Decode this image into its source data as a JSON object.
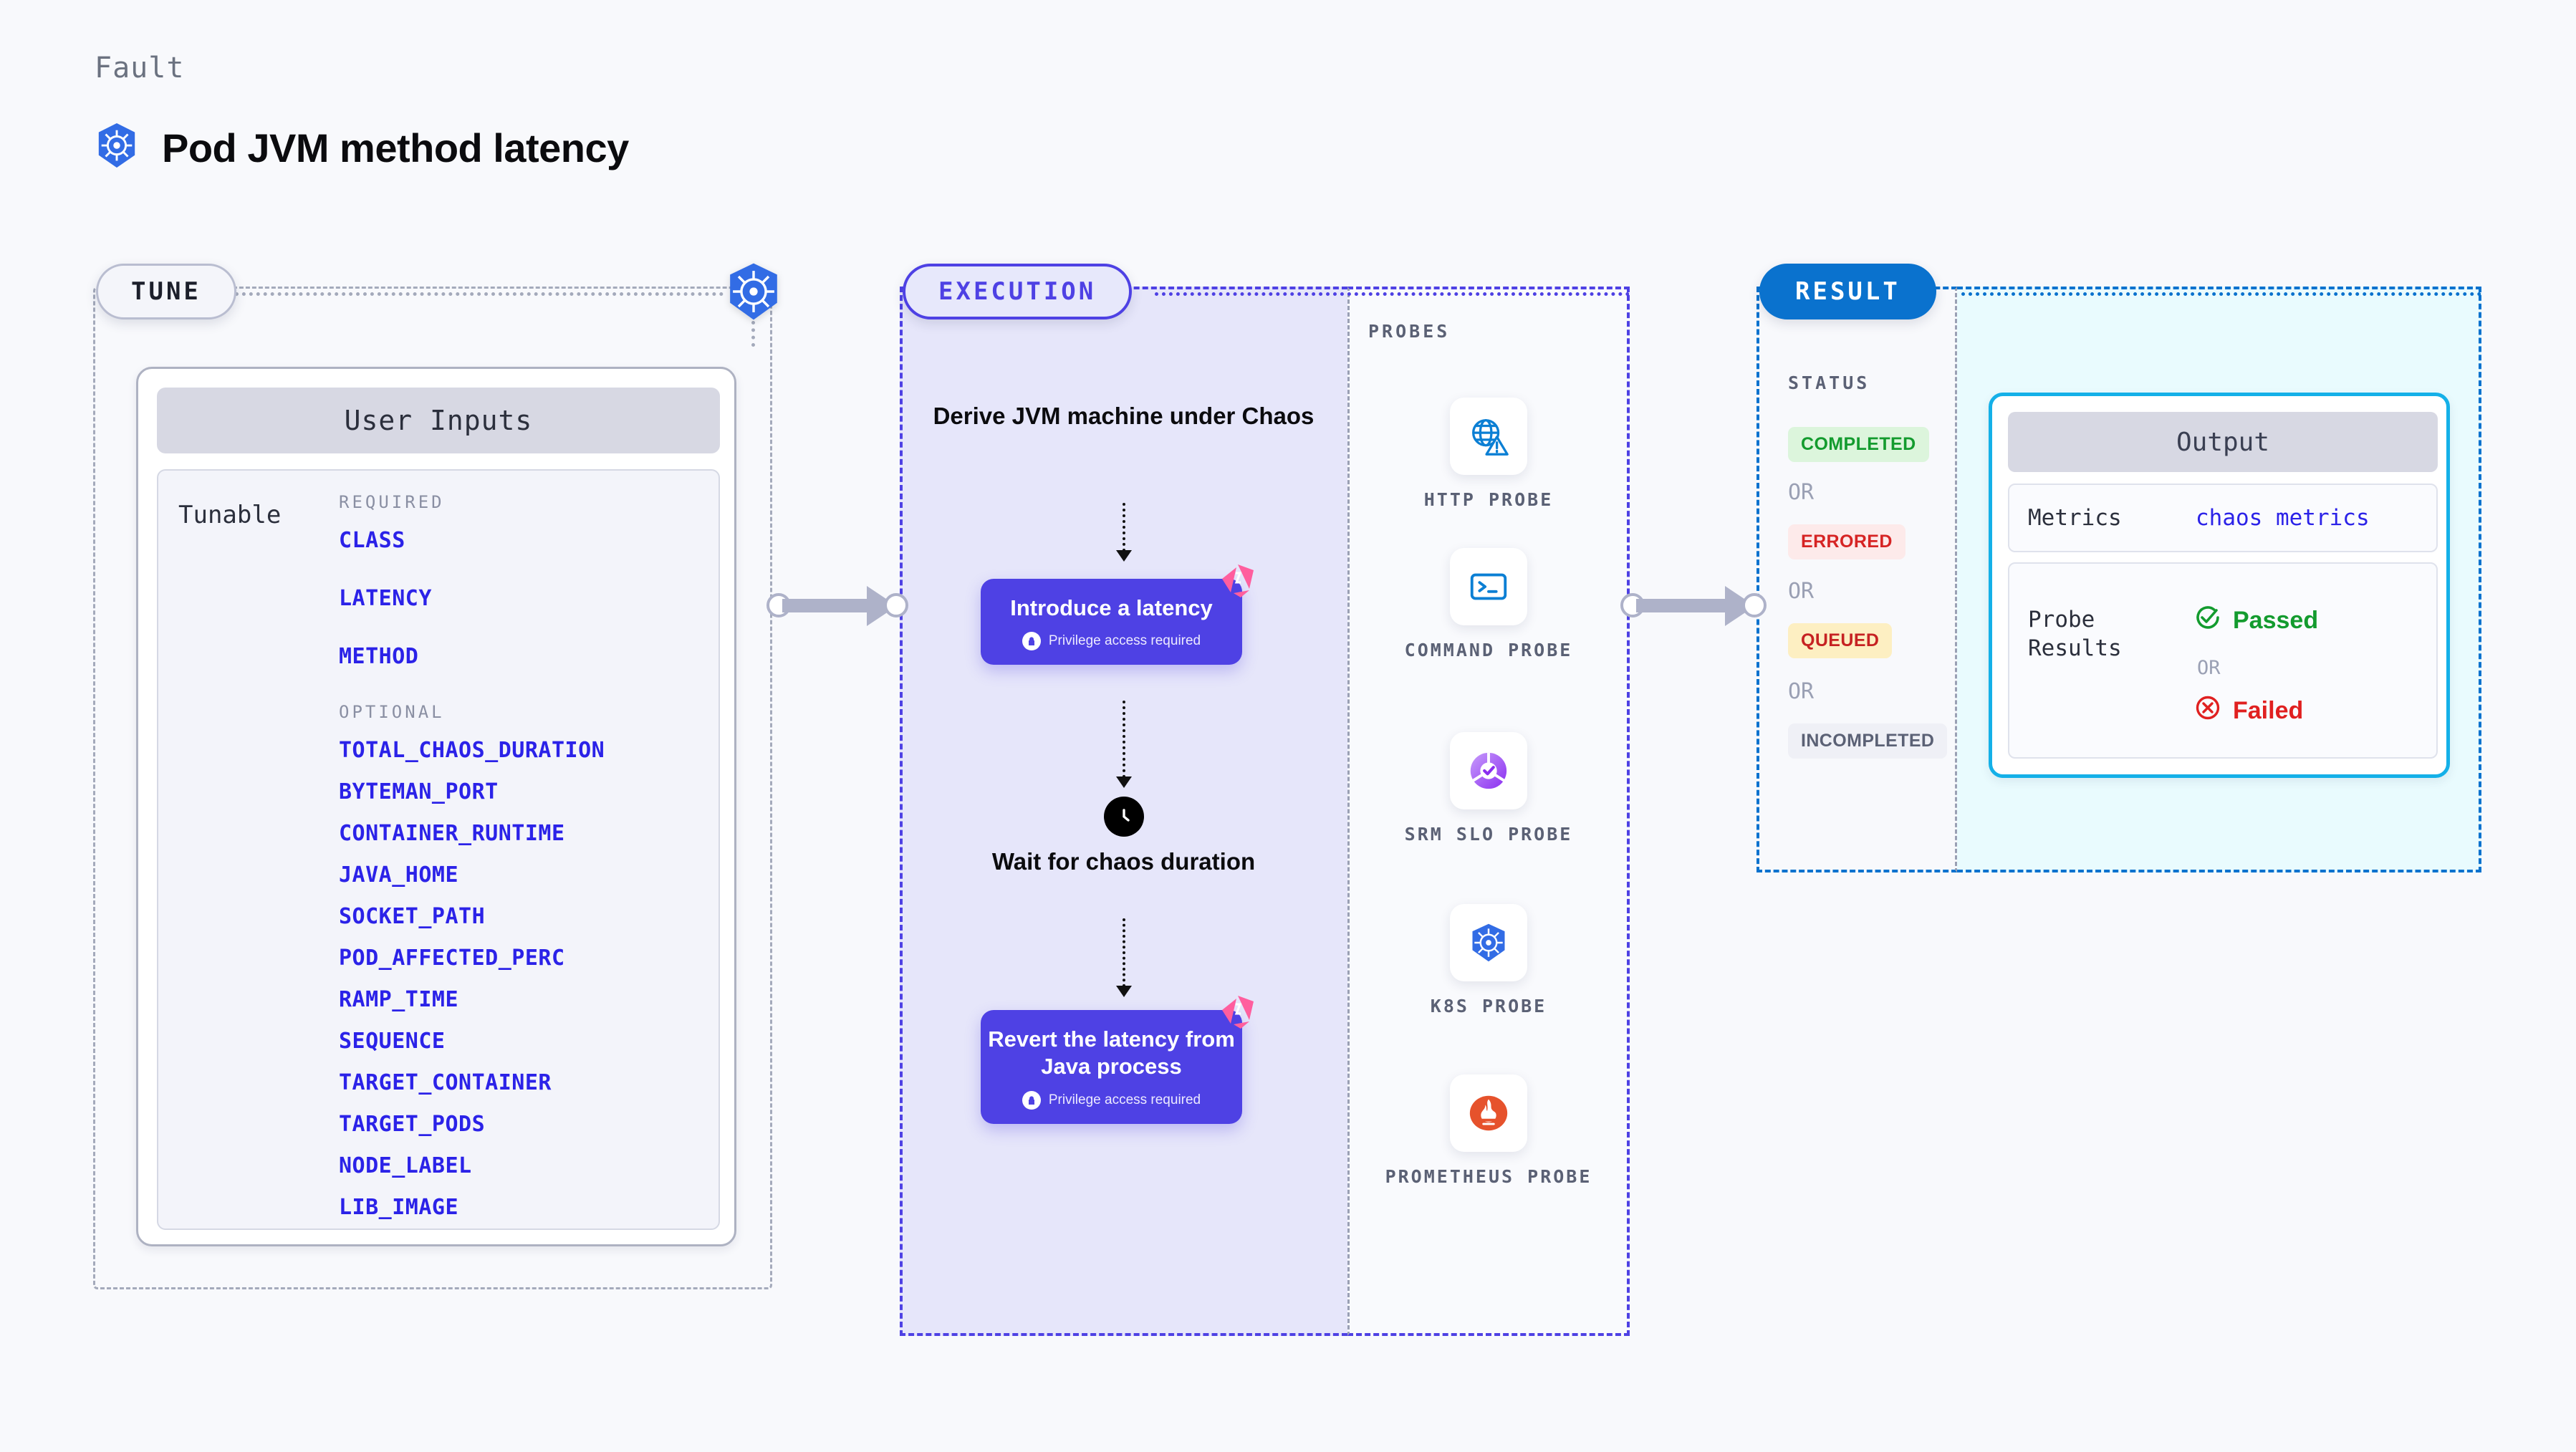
{
  "header": {
    "kicker": "Fault",
    "title": "Pod JVM method latency",
    "icon": "kubernetes-icon"
  },
  "sections": {
    "tune": {
      "label": "TUNE"
    },
    "execution": {
      "label": "EXECUTION"
    },
    "result": {
      "label": "RESULT"
    }
  },
  "user_inputs": {
    "card_title": "User Inputs",
    "tunable_label": "Tunable",
    "required_label": "REQUIRED",
    "required": [
      "CLASS",
      "LATENCY",
      "METHOD"
    ],
    "optional_label": "OPTIONAL",
    "optional": [
      "TOTAL_CHAOS_DURATION",
      "BYTEMAN_PORT",
      "CONTAINER_RUNTIME",
      "JAVA_HOME",
      "SOCKET_PATH",
      "POD_AFFECTED_PERC",
      "RAMP_TIME",
      "SEQUENCE",
      "TARGET_CONTAINER",
      "TARGET_PODS",
      "NODE_LABEL",
      "LIB_IMAGE"
    ]
  },
  "execution": {
    "step1_title": "Derive JVM machine under Chaos",
    "step2_title": "Introduce a latency",
    "step2_sub": "Privilege access required",
    "wait_title": "Wait for chaos duration",
    "step3_title": "Revert the latency from Java process",
    "step3_sub": "Privilege access required"
  },
  "probes": {
    "title": "PROBES",
    "items": [
      {
        "label": "HTTP  PROBE",
        "icon": "globe-warning-icon"
      },
      {
        "label": "COMMAND PROBE",
        "icon": "terminal-icon"
      },
      {
        "label": "SRM SLO PROBE",
        "icon": "slo-gauge-icon"
      },
      {
        "label": "K8S  PROBE",
        "icon": "kubernetes-icon"
      },
      {
        "label": "PROMETHEUS PROBE",
        "icon": "prometheus-icon"
      }
    ]
  },
  "result": {
    "status_label": "STATUS",
    "or": "OR",
    "statuses": [
      {
        "label": "COMPLETED",
        "bg": "#dcf5dc",
        "fg": "#139b2e"
      },
      {
        "label": "ERRORED",
        "bg": "#fdeaea",
        "fg": "#d62424"
      },
      {
        "label": "QUEUED",
        "bg": "#fdefc2",
        "fg": "#c62222"
      },
      {
        "label": "INCOMPLETED",
        "bg": "#eff0f6",
        "fg": "#5b6175"
      }
    ]
  },
  "output": {
    "card_title": "Output",
    "metrics_key": "Metrics",
    "metrics_value": "chaos metrics",
    "probe_key": "Probe\nResults",
    "probe_key_line1": "Probe",
    "probe_key_line2": "Results",
    "passed": "Passed",
    "failed": "Failed",
    "or": "OR"
  },
  "colors": {
    "accent_indigo": "#4e41e4",
    "accent_blue": "#0a72ce",
    "accent_cyan": "#14b0e8",
    "param_blue": "#2b22e8",
    "litmus_pink": "#ff5e9e"
  }
}
